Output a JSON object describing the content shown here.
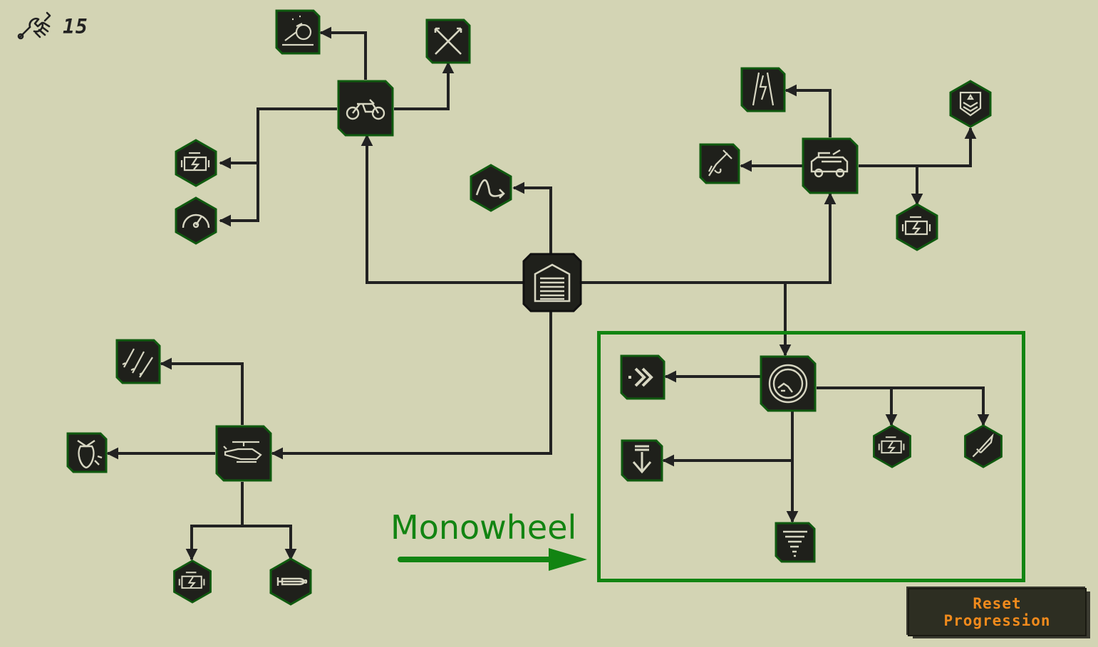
{
  "upgrade_points": {
    "icon": "wrench-hand-icon",
    "value": "15"
  },
  "colors": {
    "background": "#d3d4b4",
    "node_fill": "#1f201b",
    "node_border": "#0f5a0f",
    "node_border_root": "#101010",
    "icon_ink": "#d7d6c2",
    "connector": "#222222",
    "annotation": "#128412",
    "button_text": "#f08a1c"
  },
  "tree": {
    "root": {
      "icon": "garage-door-icon",
      "kind": "root"
    },
    "branches": [
      {
        "hub": {
          "icon": "motorcycle-icon",
          "kind": "square"
        },
        "children": [
          {
            "icon": "wheelie-ramp-icon",
            "kind": "square"
          },
          {
            "icon": "crossed-bullets-icon",
            "kind": "square"
          },
          {
            "icon": "engine-power-icon",
            "kind": "hex"
          },
          {
            "icon": "speedometer-icon",
            "kind": "hex"
          }
        ]
      },
      {
        "hub": {
          "icon": "graph-jump-icon",
          "kind": "hex"
        },
        "children": []
      },
      {
        "hub": {
          "icon": "armored-truck-icon",
          "kind": "square"
        },
        "children": [
          {
            "icon": "road-lightning-icon",
            "kind": "square"
          },
          {
            "icon": "rank-badge-icon",
            "kind": "hex"
          },
          {
            "icon": "flamethrower-icon",
            "kind": "square"
          },
          {
            "icon": "engine-power-icon",
            "kind": "hex"
          }
        ]
      },
      {
        "hub": {
          "icon": "monowheel-icon",
          "kind": "square"
        },
        "children": [
          {
            "icon": "dash-chevrons-icon",
            "kind": "square"
          },
          {
            "icon": "drop-down-arrow-icon",
            "kind": "square"
          },
          {
            "icon": "engine-power-icon",
            "kind": "hex"
          },
          {
            "icon": "combat-knife-icon",
            "kind": "hex"
          },
          {
            "icon": "tornado-icon",
            "kind": "square"
          }
        ]
      },
      {
        "hub": {
          "icon": "attack-helicopter-icon",
          "kind": "square"
        },
        "children": [
          {
            "icon": "missile-salvo-icon",
            "kind": "square"
          },
          {
            "icon": "bomb-drop-icon",
            "kind": "square"
          },
          {
            "icon": "engine-power-icon",
            "kind": "hex"
          },
          {
            "icon": "torpedo-icon",
            "kind": "hex"
          }
        ]
      }
    ]
  },
  "annotation": {
    "label": "Monowheel",
    "arrow_icon": "right-arrow-icon",
    "highlight": "monowheel-branch"
  },
  "reset_button": {
    "line1": "Reset",
    "line2": "Progression"
  }
}
